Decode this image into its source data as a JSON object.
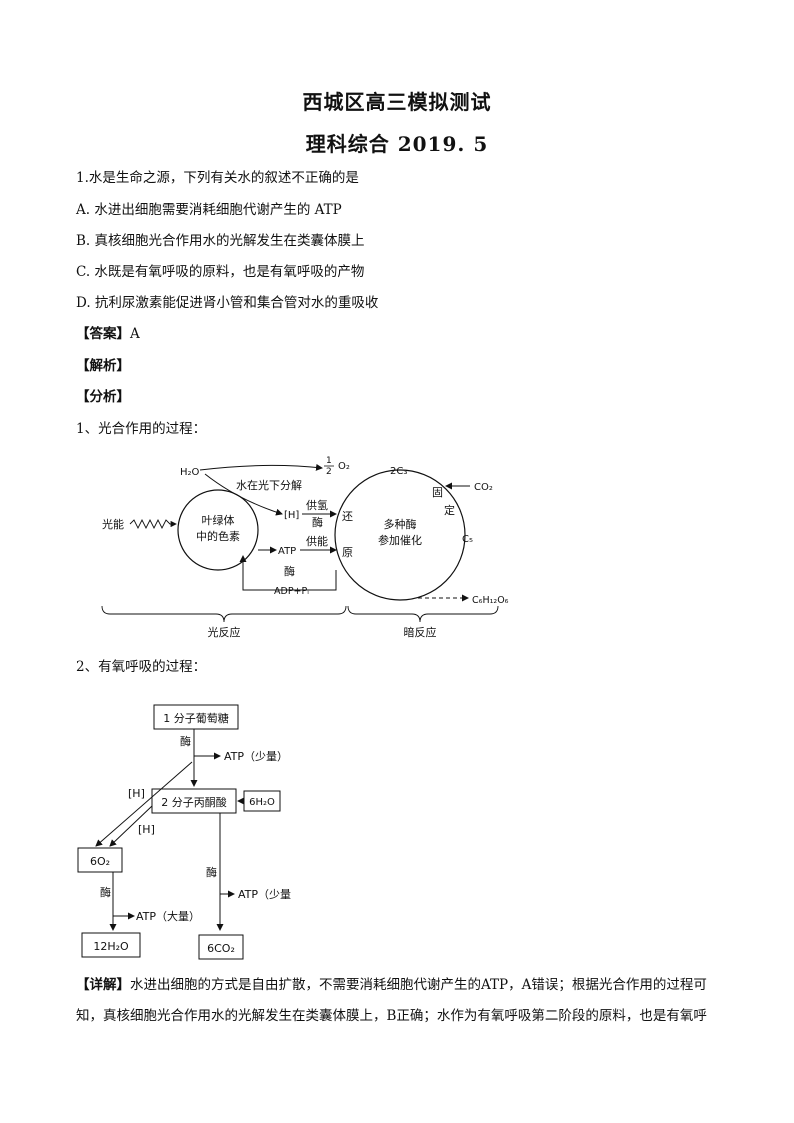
{
  "header": {
    "title": "西城区高三模拟测试",
    "subtitle": "理科综合 2019. 5"
  },
  "question": {
    "stem": "1.水是生命之源，下列有关水的叙述不正确的是",
    "options": [
      "A.  水进出细胞需要消耗细胞代谢产生的 ATP",
      "B.  真核细胞光合作用水的光解发生在类囊体膜上",
      "C.  水既是有氧呼吸的原料，也是有氧呼吸的产物",
      "D.  抗利尿激素能促进肾小管和集合管对水的重吸收"
    ]
  },
  "answer": {
    "label": "【答案】",
    "value": "A"
  },
  "analysis_label": "【解析】",
  "fenxi_label": "【分析】",
  "section1": "1、光合作用的过程：",
  "section2": "2、有氧呼吸的过程：",
  "photo": {
    "h2o": "H₂O",
    "half": "1",
    "two": "2",
    "o2": "O₂",
    "water_split": "水在光下分解",
    "light": "光能",
    "chloro1": "叶绿体",
    "chloro2": "中的色素",
    "h": "[H]",
    "gongqing": "供氢",
    "mei": "酶",
    "atp": "ATP",
    "gongneng": "供能",
    "mei2": "酶",
    "adp": "ADP+Pᵢ",
    "huan": "还",
    "yuan": "原",
    "enzyme1": "多种酶",
    "enzyme2": "参加催化",
    "c3": "2C₃",
    "co2": "CO₂",
    "gu": "固",
    "ding": "定",
    "c5": "C₅",
    "glucose": "C₆H₁₂O₆",
    "light_reaction": "光反应",
    "dark_reaction": "暗反应"
  },
  "resp": {
    "glucose": "1 分子葡萄糖",
    "mei1": "酶",
    "atp_small1": "ATP（少量）",
    "h1": "[H]",
    "pyruvate": "2 分子丙酮酸",
    "h2o6": "6H₂O",
    "h2": "[H]",
    "o2": "6O₂",
    "mei2": "酶",
    "mei3": "酶",
    "atp_small2": "ATP（少量",
    "atp_large": "ATP（大量）",
    "h2o12": "12H₂O",
    "co2": "6CO₂"
  },
  "detail": {
    "label": "【详解】",
    "text": "水进出细胞的方式是自由扩散，不需要消耗细胞代谢产生的ATP，A错误；根据光合作用的过程可知，真核细胞光合作用水的光解发生在类囊体膜上，B正确；水作为有氧呼吸第二阶段的原料，也是有氧呼"
  }
}
